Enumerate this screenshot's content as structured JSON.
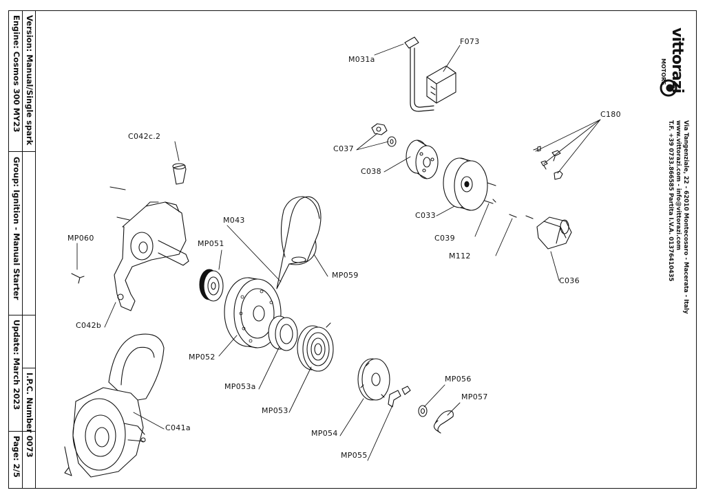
{
  "title_block": {
    "engine": "Engine: Cosmos 300 MY23",
    "version": "Version: Manual/Single spark",
    "group": "Group: Ignition - Manual Starter",
    "update": "Update: March 2023",
    "ipc_number": "I.P.C. Number 0073",
    "page": "Page: 2/5"
  },
  "brand": {
    "name": "vittorazi",
    "sub": "MOTORS",
    "address_line1": "Via Tangenziale, 22 - 62010 Montecosaro - Macerata - Italy",
    "address_line2": "www.vittorazi.com - info@vittorazi.com",
    "address_line3": "T.F. +39 0733.866585 Partita I.V.A. 01376410435"
  },
  "parts": {
    "M031a": "M031a",
    "F073": "F073",
    "C180": "C180",
    "C037": "C037",
    "C038": "C038",
    "C033": "C033",
    "C039": "C039",
    "M112": "M112",
    "C036": "C036",
    "C042c2": "C042c.2",
    "MP060": "MP060",
    "C042b": "C042b",
    "M043": "M043",
    "MP051": "MP051",
    "MP059": "MP059",
    "MP052": "MP052",
    "MP053a": "MP053a",
    "MP053": "MP053",
    "MP054": "MP054",
    "MP055": "MP055",
    "MP056": "MP056",
    "MP057": "MP057",
    "C041a": "C041a"
  }
}
